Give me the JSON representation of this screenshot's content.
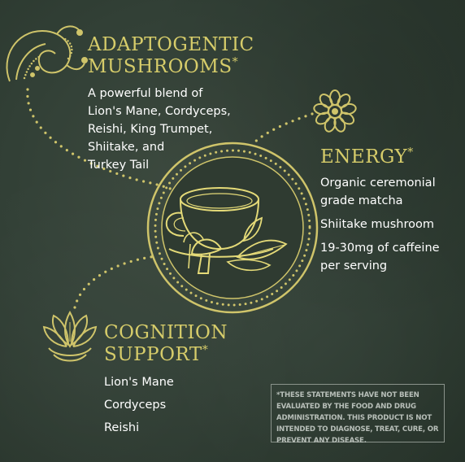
{
  "colors": {
    "background": "#334036",
    "accent_gold": "#d6cc6a",
    "text": "#ffffff",
    "disclaimer": "#b8bfb9"
  },
  "icons": [
    "swirl-flourish-icon",
    "daisy-flower-icon",
    "lotus-flower-icon",
    "tea-cup-mushroom-illustration"
  ],
  "adaptogenic": {
    "title_line1": "ADAPTOGENTIC",
    "title_line2": "MUSHROOMS",
    "asterisk": "*",
    "lines": [
      "A powerful blend of",
      "Lion's Mane, Cordyceps,",
      "Reishi, King Trumpet,",
      "Shiitake, and",
      "Turkey Tail"
    ]
  },
  "energy": {
    "title": "ENERGY",
    "asterisk": "*",
    "items": [
      "Organic ceremonial",
      "grade matcha",
      "Shiitake mushroom",
      "19-30mg of caffeine",
      "per serving"
    ]
  },
  "cognition": {
    "title_line1": "COGNITION",
    "title_line2": "SUPPORT",
    "asterisk": "*",
    "items": [
      "Lion's Mane",
      "Cordyceps",
      "Reishi"
    ]
  },
  "disclaimer": {
    "text": "*These statements have not been evaluated by the Food and Drug Administration. This product is not intended to diagnose, treat, cure, or prevent any disease."
  }
}
